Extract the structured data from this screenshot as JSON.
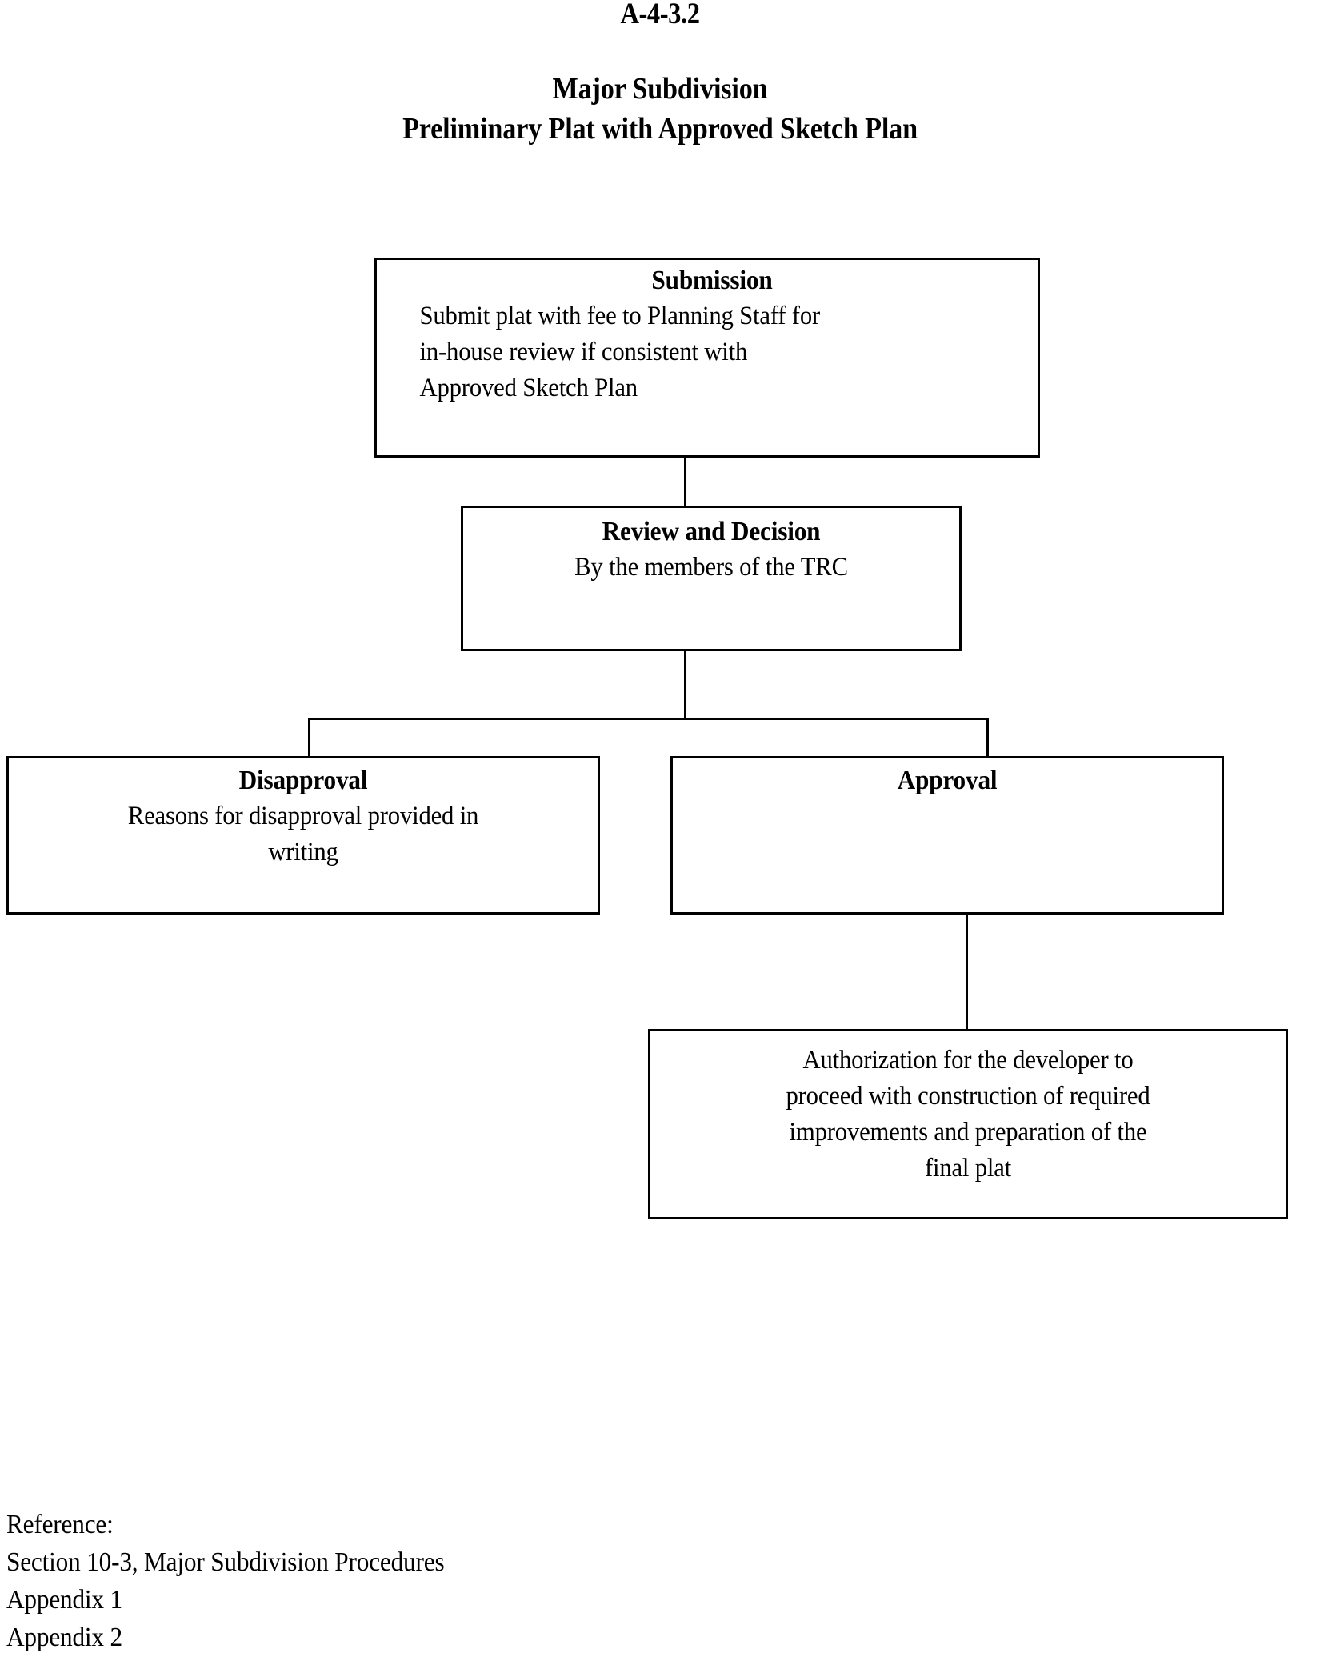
{
  "document": {
    "doc_id": "A-4-3.2",
    "title_lines": [
      "Major Subdivision",
      "Preliminary Plat with Approved Sketch Plan"
    ]
  },
  "chart_data": {
    "type": "diagram",
    "title": "Major Subdivision Preliminary Plat with Approved Sketch Plan",
    "nodes": [
      {
        "id": "submission",
        "title": "Submission",
        "body_lines": [
          "Submit plat with fee to Planning Staff for",
          "in-house review if consistent with",
          "Approved Sketch Plan"
        ],
        "align": "left"
      },
      {
        "id": "review",
        "title": "Review and Decision",
        "body_lines": [
          "By the members of the TRC"
        ],
        "align": "center"
      },
      {
        "id": "disapproval",
        "title": "Disapproval",
        "body_lines": [
          "Reasons for disapproval provided in",
          "writing"
        ],
        "align": "center"
      },
      {
        "id": "approval",
        "title": "Approval",
        "body_lines": [],
        "align": "center"
      },
      {
        "id": "authorization",
        "title": "",
        "body_lines": [
          "Authorization for the developer to",
          "proceed with construction of required",
          "improvements and preparation of the",
          "final plat"
        ],
        "align": "center"
      }
    ],
    "edges": [
      {
        "from": "submission",
        "to": "review"
      },
      {
        "from": "review",
        "to": "disapproval"
      },
      {
        "from": "review",
        "to": "approval"
      },
      {
        "from": "approval",
        "to": "authorization"
      }
    ]
  },
  "nodes": {
    "submission": {
      "title": "Submission",
      "line1": "Submit plat with fee to Planning Staff for",
      "line2": "in-house review if consistent with",
      "line3": "Approved Sketch Plan"
    },
    "review": {
      "title": "Review and Decision",
      "line1": "By the members of the TRC"
    },
    "disapproval": {
      "title": "Disapproval",
      "line1": "Reasons for disapproval provided in",
      "line2": "writing"
    },
    "approval": {
      "title": "Approval"
    },
    "authorization": {
      "line1": "Authorization for the developer to",
      "line2": "proceed with construction of required",
      "line3": "improvements and preparation of the",
      "line4": "final plat"
    }
  },
  "reference": {
    "heading": "Reference:",
    "line1": "Section 10-3, Major Subdivision Procedures",
    "line2": "Appendix 1",
    "line3": "Appendix 2"
  },
  "colors": {
    "ink": "#000000",
    "paper": "#ffffff"
  }
}
